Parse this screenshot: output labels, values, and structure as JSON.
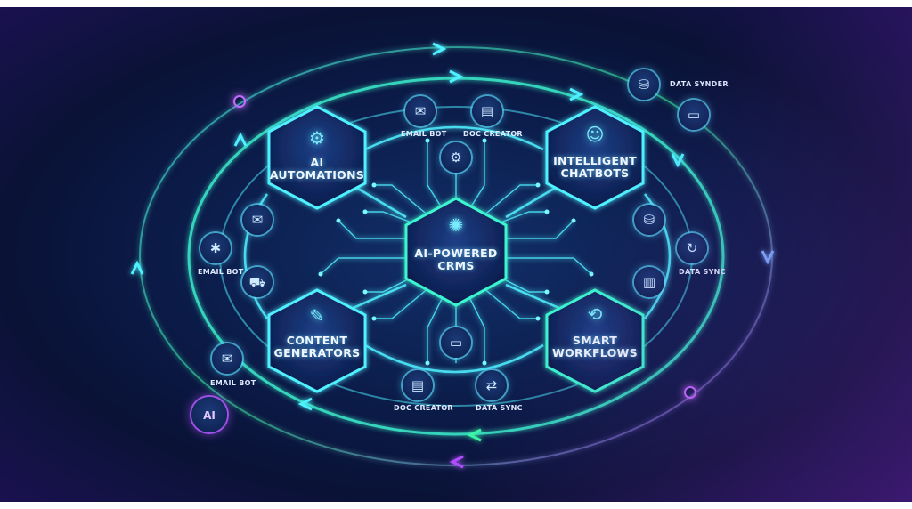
{
  "hubs": [
    {
      "id": "ai-automations",
      "label_line1": "AI AUTOMATIONS",
      "label_line2": "",
      "icon": "ai-gear-icon"
    },
    {
      "id": "intelligent-chatbots",
      "label_line1": "INTELLIGENT",
      "label_line2": "CHATBOTS",
      "icon": "chatbot-icon"
    },
    {
      "id": "ai-powered-crms",
      "label_line1": "AI-POWERED",
      "label_line2": "CRMS",
      "icon": "brain-icon"
    },
    {
      "id": "content-generators",
      "label_line1": "CONTENT",
      "label_line2": "GENERATORS",
      "icon": "pencil-edit-icon"
    },
    {
      "id": "smart-workflows",
      "label_line1": "SMART",
      "label_line2": "WORKFLOWS",
      "icon": "workflow-icon"
    }
  ],
  "nodes": {
    "email_bot_top": "EMAIL BOT",
    "doc_creator_top": "DOC CREATOR",
    "data_synder": "DATA SYNDER",
    "email_bot_left": "EMAIL BOT",
    "data_sync_right": "DATA SYNC",
    "email_bot_bottom_left": "EMAIL BOT",
    "doc_creator_bottom": "DOC CREATOR",
    "data_sync_bottom": "DATA SYNC",
    "ai_badge": "AI"
  },
  "colors": {
    "accent_cyan": "#4ff0ff",
    "accent_green": "#3cf5a6",
    "accent_purple": "#b24dff",
    "background": "#0b1b48"
  }
}
